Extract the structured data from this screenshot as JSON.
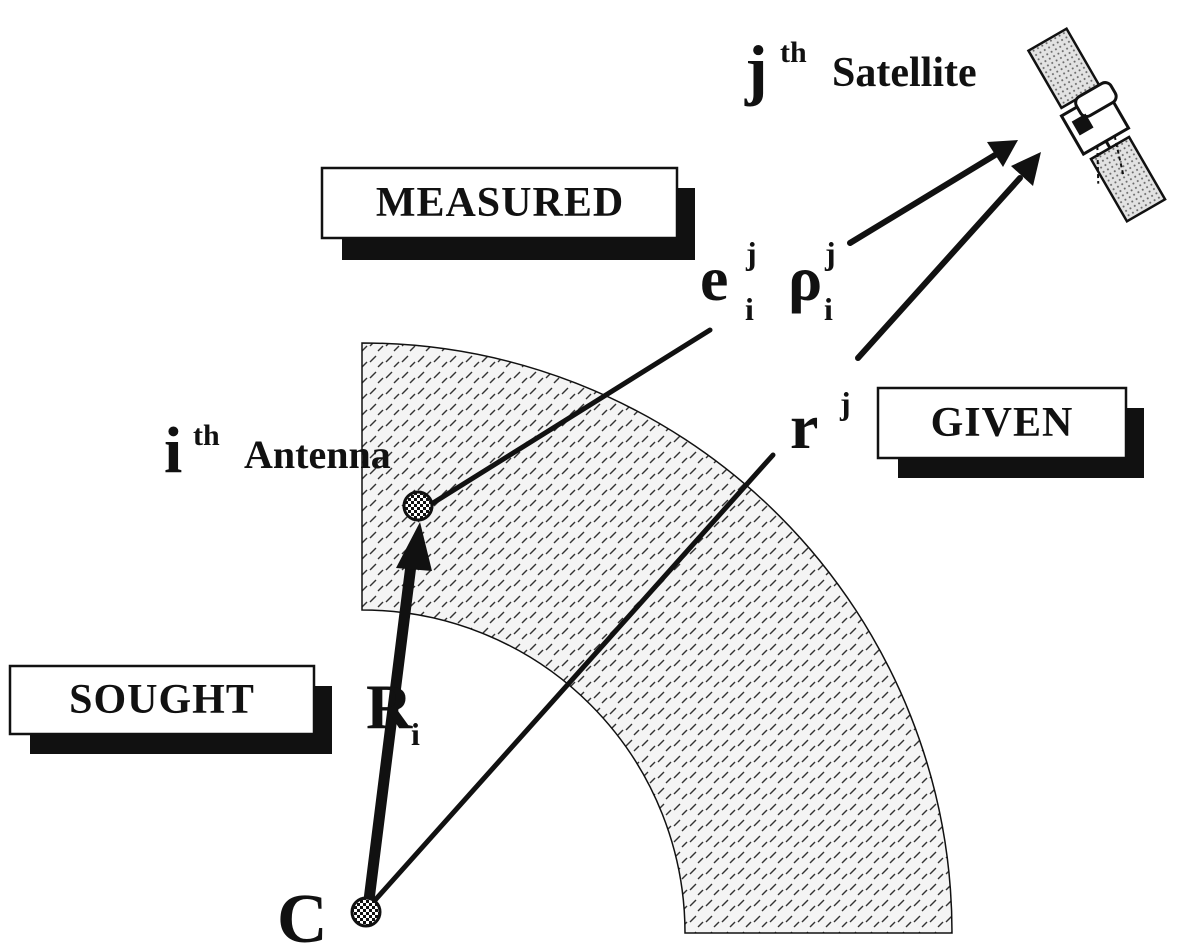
{
  "labels": {
    "measured": "MEASURED",
    "given": "GIVEN",
    "sought": "SOUGHT",
    "satellite": {
      "j": "j",
      "sup": "th",
      "word": "Satellite"
    },
    "antenna": {
      "i": "i",
      "sup": "th",
      "word": "Antenna"
    },
    "e_vec": {
      "e": "e",
      "sup": "j",
      "sub": "i"
    },
    "rho": {
      "rho": "ρ",
      "sup": "j",
      "sub": "i"
    },
    "r_vec": {
      "r": "r",
      "sup": "j"
    },
    "R_vec": {
      "R": "R",
      "sub": "i"
    },
    "center": "C"
  },
  "colors": {
    "ink": "#111111",
    "background": "#ffffff",
    "earth_fill": "#f4f4f4",
    "panel_fill": "#cfcfcf"
  },
  "icons": [
    "satellite-icon",
    "antenna-marker-icon",
    "center-marker-icon"
  ]
}
